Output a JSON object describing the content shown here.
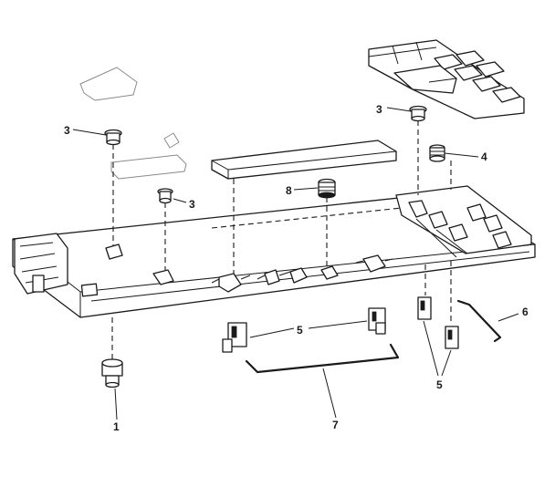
{
  "callouts": {
    "c1": "1",
    "c3a": "3",
    "c3b": "3",
    "c3c": "3",
    "c4": "4",
    "c5a": "5",
    "c5b": "5",
    "c6": "6",
    "c7": "7",
    "c8": "8"
  }
}
